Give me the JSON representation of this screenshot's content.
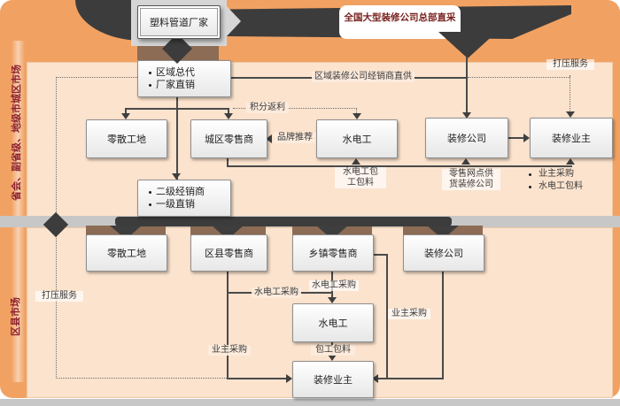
{
  "title_area": {
    "factory": "塑料管道厂家",
    "headline": "全国大型装修公司总部直采"
  },
  "side_labels": {
    "top_market": "省会、副省级、地级市城区市场",
    "bottom_market": "区县市场"
  },
  "colors": {
    "frame_orange": "#f1a263",
    "panel_peach": "#fbe3ce",
    "ribbon_dark": "#3d3c3c",
    "band_gray": "#c8c7c7",
    "strip_brown": "#8d6c55",
    "headline_red": "#78231f",
    "side_text_red": "#8c1f2d"
  },
  "upper": {
    "nodes": {
      "regional": {
        "line1": "区域总代",
        "line2": "厂家直销"
      },
      "scattered_sites": "零散工地",
      "urban_retailer": "城区零售商",
      "plumber": "水电工",
      "deco_company": "装修公司",
      "deco_owner": "装修业主",
      "second_tier": {
        "line1": "二级经销商",
        "line2": "一级直销"
      }
    },
    "labels": {
      "regional_direct_supply": "区域装修公司经销商直供",
      "pressure_service": "打压服务",
      "points_rebate": "积分返利",
      "brand_recommendation": "品牌推荐",
      "plumber_contract_line1": "水电工包",
      "plumber_contract_line2": "工包料",
      "retail_supply_line1": "零售网点供",
      "retail_supply_line2": "货装修公司",
      "bullet_owner_purchase": "业主采购",
      "bullet_plumber_material": "水电工包料"
    }
  },
  "lower": {
    "nodes": {
      "scattered_sites": "零散工地",
      "county_retailer": "区县零售商",
      "township_retailer": "乡镇零售商",
      "deco_company": "装修公司",
      "plumber": "水电工",
      "deco_owner": "装修业主"
    },
    "labels": {
      "pressure_service": "打压服务",
      "plumber_purchase_township": "水电工采购",
      "plumber_purchase_county": "水电工采购",
      "owner_purchase_left": "业主采购",
      "owner_purchase_right": "业主采购",
      "labor_and_material": "包工包料"
    }
  }
}
